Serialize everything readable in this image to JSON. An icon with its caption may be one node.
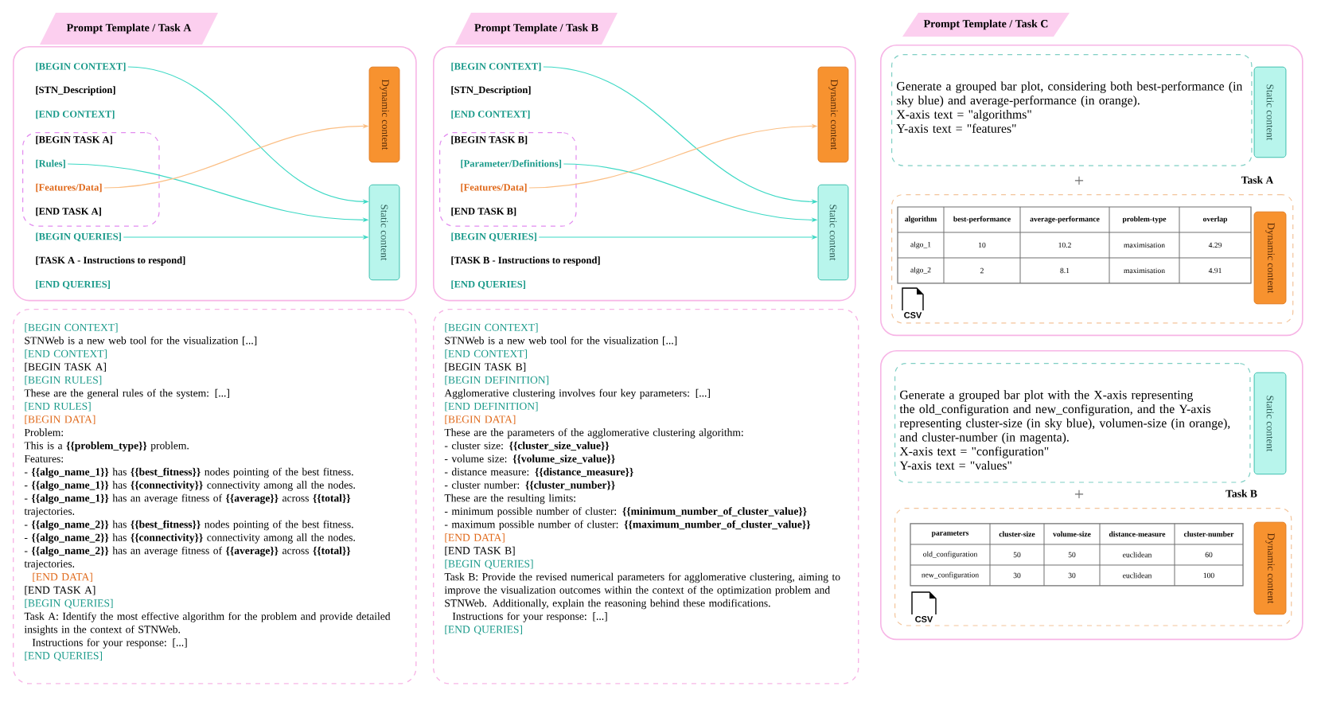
{
  "diagram": {
    "nodes": [
      {
        "text": [
          "Prompt Template / Task A"
        ]
      },
      {
        "text": [],
        "shape": "box"
      },
      {
        "text": [
          "[BEGIN CONTEXT]"
        ],
        "in": 1
      },
      {
        "text": [],
        "shape": "box",
        "in": 1
      },
      {
        "text": [
          "[Rules]"
        ],
        "in": 3
      },
      {
        "text": [
          "[Features/Data]"
        ],
        "in": 3
      },
      {
        "text": [
          "[BEGIN QUERIES]"
        ],
        "in": 1
      },
      {
        "text": [
          "Dynamic content"
        ],
        "in": 1
      },
      {
        "text": [
          "Static content"
        ],
        "in": 1
      },
      {
        "text": [
          "[BEGIN CONTEXT]",
          "STNWeb is a new web tool for the visualization [...]",
          "[END CONTEXT]",
          "[BEGIN TASK A]",
          "[BEGIN RULES]",
          "These are the general rules of the system: [...]",
          "[END RULES]",
          "[BEGIN DATA]",
          "Problem:",
          "This is a **{{problem_type}}** problem.",
          "Features:",
          "- **{{algo_name_1}}** has **{{best_fitness}}** nodes pointing of the best fitness.",
          "- **{{algo_name_1}}** has **{{connectivity}}** connectivity among all the nodes.",
          "- **{{algo_name_1}}** has an average fitness of **{{average}}** across **{{total}}** trajectories.",
          "- **{{algo_name_2}}** has **{{best_fitness}}** nodes pointing of the best fitness.",
          "- **{{algo_name_2}}** has **{{connectivity}}** connectivity among all the nodes.",
          "- **{{algo_name_2}}** has an average fitness of **{{average}}** across **{{total}}** trajectories.",
          "[END DATA]",
          "[END TASK A]",
          "[BEGIN QUERIES]",
          "Task A: Identify the most effective algorithm for the problem and provide detailed insights in the context of STNWeb.",
          "Instructions for your response: [...]",
          "[END QUERIES]"
        ]
      },
      {
        "text": [
          "Prompt Template / Task B"
        ]
      },
      {
        "text": [],
        "shape": "box"
      },
      {
        "text": [
          "[BEGIN CONTEXT]"
        ],
        "in": 11
      },
      {
        "text": [],
        "shape": "box",
        "in": 11
      },
      {
        "text": [
          "[Parameter/Definitions]"
        ],
        "in": 13
      },
      {
        "text": [
          "[Features/Data]"
        ],
        "in": 13
      },
      {
        "text": [
          "[BEGIN QUERIES]"
        ],
        "in": 11
      },
      {
        "text": [
          "Dynamic content"
        ],
        "in": 11
      },
      {
        "text": [
          "Static content"
        ],
        "in": 11
      },
      {
        "text": [
          "[BEGIN CONTEXT]",
          "STNWeb is a new web tool for the visualization [...]",
          "[END CONTEXT]",
          "[BEGIN TASK B]",
          "[BEGIN DEFINITION]",
          "Agglomerative clustering involves four key parameters: [...]",
          "[END DEFINITION]",
          "[BEGIN DATA]",
          "These are the parameters of the agglomerative clustering algorithm:",
          "- cluster size: **{{cluster_size_value}}**",
          "- volume size: **{{volume_size_value}}**",
          "- distance measure: **{{distance_measure}}**",
          "- cluster number: **{{cluster_number}}**",
          "These are the resulting limits:",
          "- minimum possible number of cluster: **{{minimum_number_of_cluster_value}}**",
          "- maximum possible number of cluster: **{{maximum_number_of_cluster_value}}**",
          "[END DATA]",
          "[END TASK B]",
          "[BEGIN QUERIES]",
          "Task B: Provide the revised numerical parameters for agglomerative clustering, aiming to improve the visualization outcomes within the context of the optimization problem and STNWeb. Additionally, explain the reasoning behind these modifications.",
          "Instructions for your response: [...]",
          "[END QUERIES]"
        ]
      },
      {
        "text": [
          "Prompt Template / Task C"
        ]
      },
      {
        "text": [],
        "shape": "box"
      },
      {
        "text": [
          "Generate a grouped bar plot, considering both best-performance (in sky blue) and average-performance (in orange).",
          "X-axis text = \"algorithms\"",
          "Y-axis text = \"features\""
        ],
        "in": 21
      },
      {
        "text": [
          "Static content"
        ],
        "in": 21
      },
      {
        "text": [],
        "shape": "box",
        "in": 21
      },
      {
        "text": [
          "Dynamic content"
        ],
        "in": 24
      },
      {
        "text": [],
        "shape": "box"
      },
      {
        "text": [
          "Generate a grouped bar plot with the X-axis representing the old_configuration and new_configuration, and the Y-axis representing cluster-size (in sky blue), volumen-size (in orange), and cluster-number (in magenta).",
          "X-axis text = \"configuration\"",
          "Y-axis text = \"values\""
        ],
        "in": 26
      },
      {
        "text": [
          "Static content"
        ],
        "in": 26
      },
      {
        "text": [],
        "shape": "box",
        "in": 26
      },
      {
        "text": [
          "Dynamic content"
        ],
        "in": 29
      }
    ],
    "edges": [
      {
        "from": 2,
        "to": 8,
        "arrow": "to"
      },
      {
        "from": 4,
        "to": 8,
        "arrow": "to"
      },
      {
        "from": 5,
        "to": 7,
        "arrow": "to",
        "color": "#fbbf85"
      },
      {
        "from": 6,
        "to": 8,
        "arrow": "to"
      },
      {
        "from": 12,
        "to": 18,
        "arrow": "to"
      },
      {
        "from": 14,
        "to": 18,
        "arrow": "to"
      },
      {
        "from": 15,
        "to": 17,
        "arrow": "to",
        "color": "#fbbf85"
      },
      {
        "from": 16,
        "to": 18,
        "arrow": "to"
      }
    ],
    "labels": [
      "[STN_Description]",
      "[END CONTEXT]",
      "[BEGIN TASK A]",
      "[END TASK A]",
      "[TASK A - Instructions to respond]",
      "[END QUERIES]",
      "[STN_Description]",
      "[END CONTEXT]",
      "[BEGIN TASK B]",
      "[END TASK B]",
      "[TASK B - Instructions to respond]",
      "[END QUERIES]",
      "+",
      "Task A",
      "algorithm",
      "best-performance",
      "average-performance",
      "problem-type",
      "overlap",
      "algo_1",
      "10",
      "10.2",
      "maximisation",
      "4.29",
      "algo_2",
      "2",
      "8.1",
      "maximisation",
      "4.91",
      "CSV",
      "+",
      "Task B",
      "parameters",
      "cluster-size",
      "volume-size",
      "distance-measure",
      "cluster-number",
      "old_configuration",
      "50",
      "50",
      "euclidean",
      "60",
      "new_configuration",
      "30",
      "30",
      "euclidean",
      "100",
      "CSV"
    ]
  }
}
